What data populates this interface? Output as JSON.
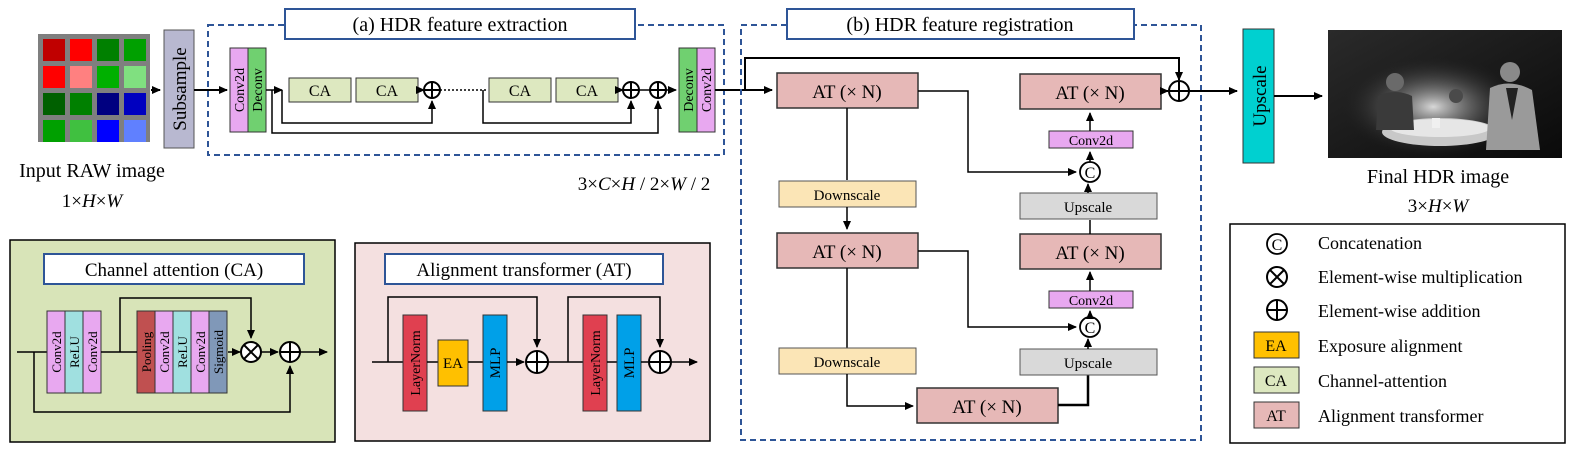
{
  "section_a_title": "(a) HDR feature extraction",
  "section_b_title": "(b) HDR feature registration",
  "input_label": "Input RAW image",
  "input_dims": {
    "a": "1",
    "b": "H",
    "c": "W"
  },
  "feature_dims": {
    "a": "3",
    "b": "C",
    "c": "H",
    "d": "2",
    "e": "W",
    "f": "2"
  },
  "output_label": "Final HDR image",
  "output_dims": {
    "a": "3",
    "b": "H",
    "c": "W"
  },
  "subsample_label": "Subsample",
  "upscale_label": "Upscale",
  "conv2d_label": "Conv2d",
  "deconv_label": "Deconv",
  "ca_label": "CA",
  "at_label": "AT (× N)",
  "downscale_label": "Downscale",
  "upscale_small_label": "Upscale",
  "ca_panel_title": "Channel attention (CA)",
  "at_panel_title": "Alignment transformer (AT)",
  "ca_panel_blocks": [
    "Conv2d",
    "ReLU",
    "Conv2d",
    "Pooling",
    "Conv2d",
    "ReLU",
    "Conv2d",
    "Sigmoid"
  ],
  "at_panel_blocks": {
    "layernorm": "LayerNorm",
    "ea": "EA",
    "mlp": "MLP"
  },
  "legend": [
    {
      "symbol": "C",
      "label": "Concatenation"
    },
    {
      "symbol": "⊗",
      "label": "Element-wise multiplication"
    },
    {
      "symbol": "⊕",
      "label": "Element-wise addition"
    },
    {
      "symbol": "EA",
      "label": "Exposure alignment"
    },
    {
      "symbol": "CA",
      "label": "Channel-attention"
    },
    {
      "symbol": "AT",
      "label": "Alignment transformer"
    }
  ],
  "raw_grid_colors": [
    [
      "#c00000",
      "#ff0000",
      "#008000",
      "#00a000"
    ],
    [
      "#ff0000",
      "#ff8080",
      "#00b000",
      "#80e080"
    ],
    [
      "#006000",
      "#008000",
      "#000080",
      "#0000c0"
    ],
    [
      "#00a000",
      "#40c040",
      "#0000ff",
      "#6080ff"
    ]
  ],
  "colors": {
    "conv2d": "#e8a8f0",
    "deconv": "#70d070",
    "ca_fill": "#dde8c0",
    "at_fill": "#e6b8b7",
    "downscale_fill": "#fbe5b6",
    "upscale_fill": "#d9d9d9",
    "subsample_fill": "#b8b8d0",
    "upscale_big": "#00d0d0",
    "layernorm": "#e04050",
    "ea": "#ffc000",
    "mlp": "#00a0e8",
    "pooling": "#c05050",
    "relu": "#a0e0e0",
    "sigmoid": "#8098b8",
    "ca_panel_bg": "#d8e4b8",
    "at_panel_bg": "#f4e0e0",
    "dashed_border": "#2e5597",
    "title_border": "#2e5597"
  }
}
